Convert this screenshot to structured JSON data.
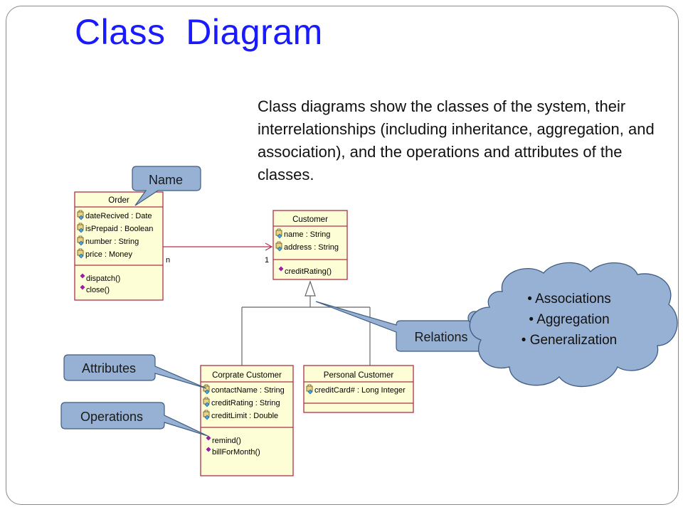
{
  "slide": {
    "title": "Class  Diagram",
    "description": "Class diagrams show the classes of the system, their interrelationships (including inheritance, aggregation, and association), and the operations and attributes of the classes."
  },
  "callouts": {
    "name": "Name",
    "attributes": "Attributes",
    "operations": "Operations",
    "relations": "Relations"
  },
  "cloud": {
    "items": [
      "• Associations",
      "• Aggregation",
      "• Generalization"
    ]
  },
  "classes": {
    "order": {
      "name": "Order",
      "attributes": [
        "dateRecived : Date",
        "isPrepaid : Boolean",
        "number : String",
        "price : Money"
      ],
      "operations": [
        "dispatch()",
        "close()"
      ]
    },
    "customer": {
      "name": "Customer",
      "attributes": [
        "name : String",
        "address : String"
      ],
      "operations": [
        "creditRating()"
      ]
    },
    "corporate_customer": {
      "name": "Corprate Customer",
      "attributes": [
        "contactName : String",
        "creditRating : String",
        "creditLimit : Double"
      ],
      "operations": [
        "remind()",
        "billForMonth()"
      ]
    },
    "personal_customer": {
      "name": "Personal Customer",
      "attributes": [
        "creditCard# : Long Integer"
      ],
      "operations": []
    }
  },
  "association": {
    "order_multiplicity": "n",
    "customer_multiplicity": "1"
  },
  "colors": {
    "title": "#1a1aff",
    "class_fill": "#fefed6",
    "class_border": "#b0304a",
    "callout_fill": "#96b1d3",
    "callout_border": "#3f5b82",
    "attribute_icon": "#6b4a10",
    "operation_icon": "#9b1fa6"
  }
}
